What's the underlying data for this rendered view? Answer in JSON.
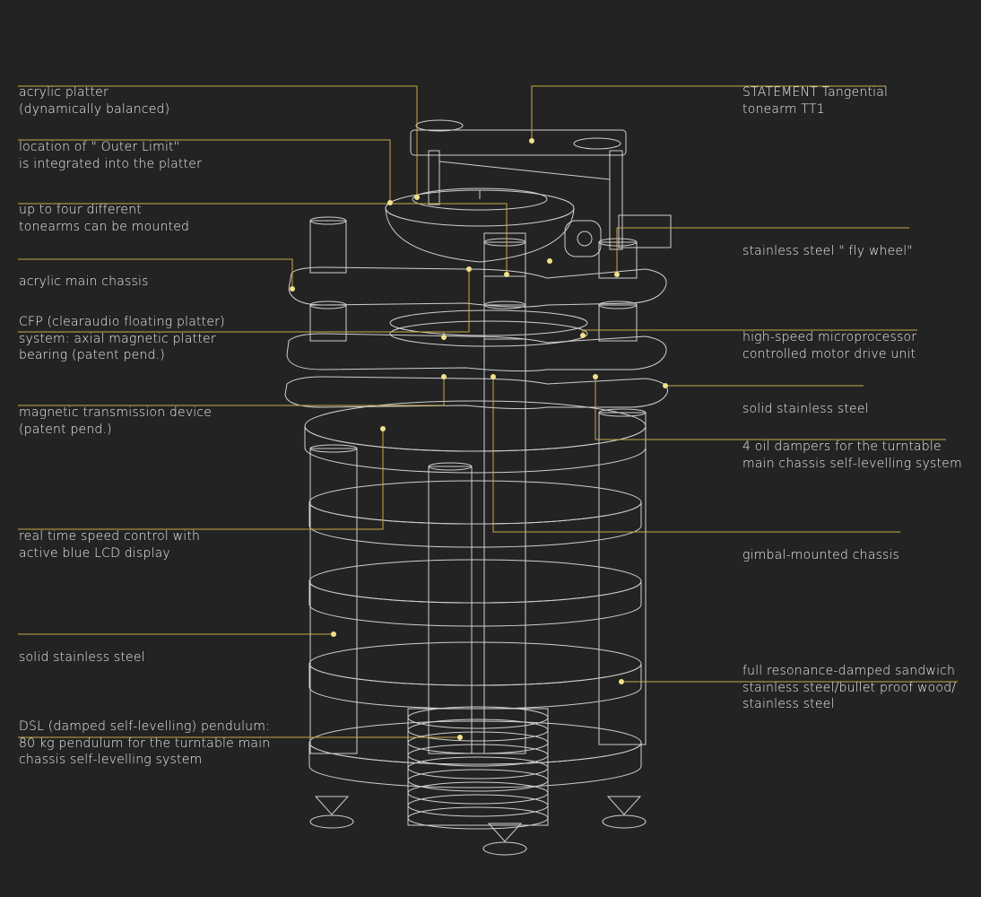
{
  "colors": {
    "background": "#232323",
    "line": "#cfcfcf",
    "leader": "#c8a84a",
    "dot": "#f2e08a",
    "text": "#ececec"
  },
  "labels": [
    {
      "id": "acrylic-platter",
      "lines": [
        "acrylic platter",
        "(dynamically balanced)"
      ]
    },
    {
      "id": "outer-limit",
      "lines": [
        "location of \" Outer Limit\"",
        "is integrated into the platter"
      ]
    },
    {
      "id": "four-tonearms",
      "lines": [
        "up to four different",
        "tonearms can be mounted"
      ]
    },
    {
      "id": "acrylic-main-chassis",
      "lines": [
        "acrylic main chassis"
      ]
    },
    {
      "id": "cfp-system",
      "lines": [
        "CFP (clearaudio floating platter)",
        "system: axial magnetic platter",
        "bearing (patent pend.)"
      ]
    },
    {
      "id": "magnetic-transmission",
      "lines": [
        "magnetic transmission device",
        "(patent pend.)"
      ]
    },
    {
      "id": "speed-control",
      "lines": [
        "real time speed control with",
        "active blue LCD display"
      ]
    },
    {
      "id": "solid-steel-left",
      "lines": [
        "solid stainless steel"
      ]
    },
    {
      "id": "dsl-pendulum",
      "lines": [
        "DSL (damped self-levelling) pendulum:",
        "80 kg pendulum for the turntable main",
        "chassis self-levelling system"
      ]
    },
    {
      "id": "tonearm-tt1",
      "lines": [
        "STATEMENT Tangential",
        "tonearm TT1"
      ]
    },
    {
      "id": "fly-wheel",
      "lines": [
        "stainless steel \" fly wheel\""
      ]
    },
    {
      "id": "motor-drive",
      "lines": [
        "high-speed microprocessor",
        "controlled motor drive unit"
      ]
    },
    {
      "id": "solid-steel-right",
      "lines": [
        "solid stainless steel"
      ]
    },
    {
      "id": "oil-dampers",
      "lines": [
        "4 oil dampers for the turntable",
        "main chassis self-levelling system"
      ]
    },
    {
      "id": "gimbal-chassis",
      "lines": [
        "gimbal-mounted chassis"
      ]
    },
    {
      "id": "sandwich",
      "lines": [
        "full resonance-damped sandwich",
        "stainless steel/bullet proof wood/",
        "stainless steel"
      ]
    }
  ]
}
